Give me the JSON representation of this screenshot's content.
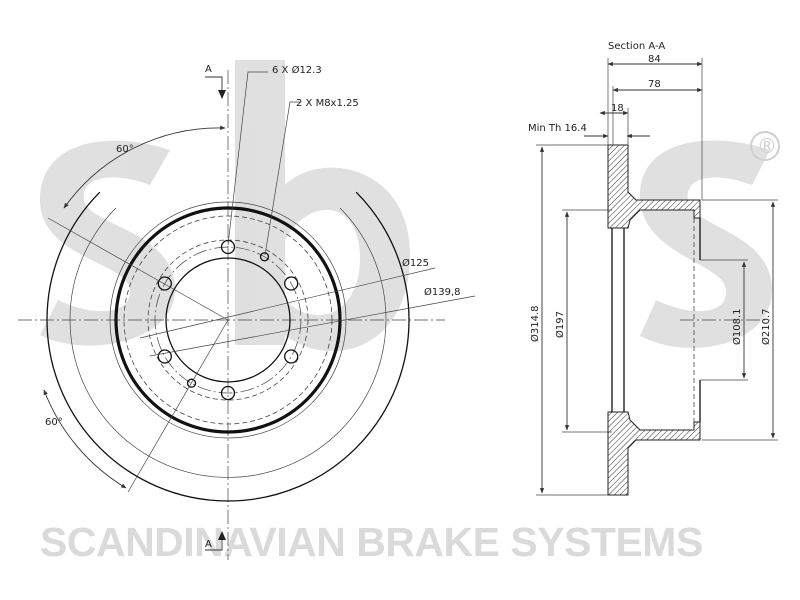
{
  "watermark": {
    "brand_caption": "SCANDINAVIAN BRAKE SYSTEMS",
    "registered_mark": "®",
    "logo_letters": "sbs",
    "color": "#dadada"
  },
  "front_view": {
    "section_marker_top": "A",
    "section_marker_bottom": "A",
    "bolt_holes_label": "6 X Ø12.3",
    "threaded_holes_label": "2 X M8x1.25",
    "pcd_label": "Ø125",
    "hub_diameter_label": "Ø139,8",
    "angle_top_label": "60°",
    "angle_bottom_label": "60°"
  },
  "section_view": {
    "title": "Section A-A",
    "overall_height_label": "84",
    "hat_depth_label": "78",
    "min_thickness_label": "Min Th 16.4",
    "disc_thickness_label": "18",
    "outer_diameter_label": "Ø314.8",
    "drum_diameter_label": "Ø197",
    "center_bore_label": "Ø108.1",
    "hat_diameter_label": "Ø210.7"
  }
}
